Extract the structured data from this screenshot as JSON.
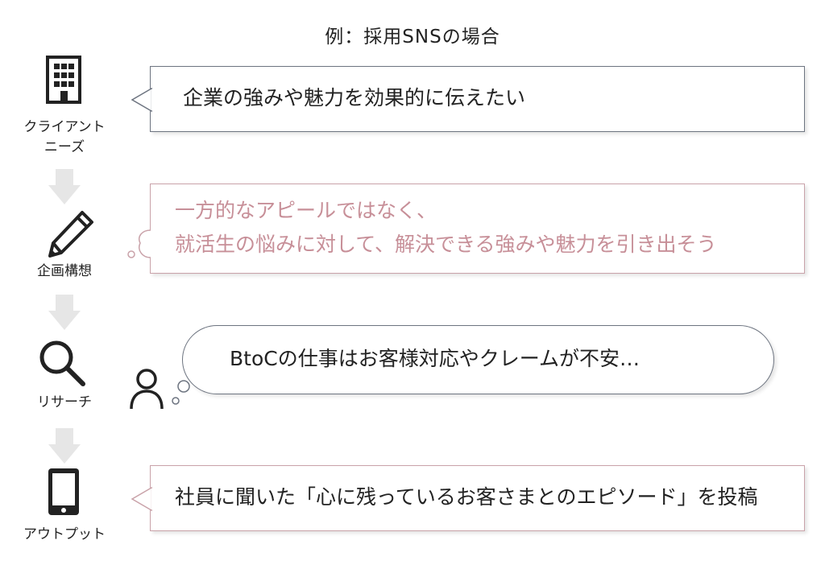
{
  "title": "例：採用SNSの場合",
  "colors": {
    "outline": "#6d7480",
    "pink_outline": "#c9a2a9",
    "pink_text": "#c78f98",
    "arrow": "#e6e6e6",
    "icon": "#222222"
  },
  "steps": [
    {
      "label_line1": "クライアント",
      "label_line2": "ニーズ",
      "icon": "building-icon"
    },
    {
      "label_line1": "企画構想",
      "icon": "pencil-icon"
    },
    {
      "label_line1": "リサーチ",
      "icon": "magnifier-icon"
    },
    {
      "label_line1": "アウトプット",
      "icon": "tablet-icon"
    }
  ],
  "bubbles": {
    "client_needs": "企業の強みや魅力を効果的に伝えたい",
    "planning_line1": "一方的なアピールではなく、",
    "planning_line2": "就活生の悩みに対して、解決できる強みや魅力を引き出そう",
    "research": "BtoCの仕事はお客様対応やクレームが不安…",
    "output": "社員に聞いた「心に残っているお客さまとのエピソード」を投稿"
  },
  "person_icon": "person-icon"
}
